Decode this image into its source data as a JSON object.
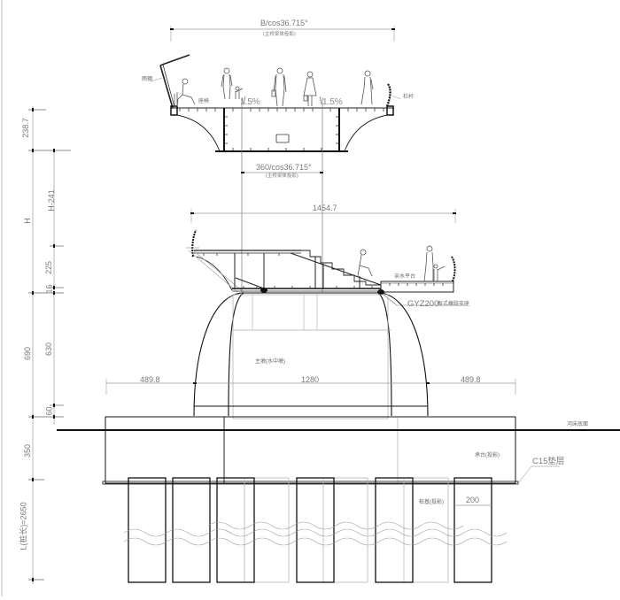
{
  "drawing": {
    "title": "Pedestrian bridge cross-section with pier and pile foundation",
    "colors": {
      "line": "#111111",
      "thin": "#9a9a9a",
      "dim": "#8a8a8a",
      "background": "#ffffff"
    }
  },
  "deck_top": {
    "width_dim": "B/cos36.715°",
    "width_dim_note": "(主桥梁体投影)",
    "slope_left": "1.5%",
    "slope_right": "1.5%",
    "canopy_label": "雨棚",
    "bench_label": "座椅",
    "railing_label": "栏杆",
    "box_width_dim": "360/cos36.715°",
    "box_width_note": "(主桥梁体投影)"
  },
  "deck_section": {
    "width_dim": "1454.7",
    "platform_label": "亲水平台",
    "bearing_label": "GYZ200",
    "bearing_note": "板式橡胶支座"
  },
  "pier": {
    "label": "主墩(水中墩)",
    "left_dim": "489.8",
    "center_dim": "1280",
    "right_dim": "489.8"
  },
  "foundation": {
    "riverbed_label": "河床底面",
    "cap_label": "承台(投影)",
    "cushion_label": "C15垫层",
    "pile_label": "桩基(投影)",
    "pile_width_dim": "200"
  },
  "left_dims": {
    "outer": [
      "238.7",
      "H",
      "690",
      "350",
      "L(桩长)=2650"
    ],
    "inner": [
      "H-241",
      "225",
      "16",
      "630",
      "60"
    ]
  }
}
